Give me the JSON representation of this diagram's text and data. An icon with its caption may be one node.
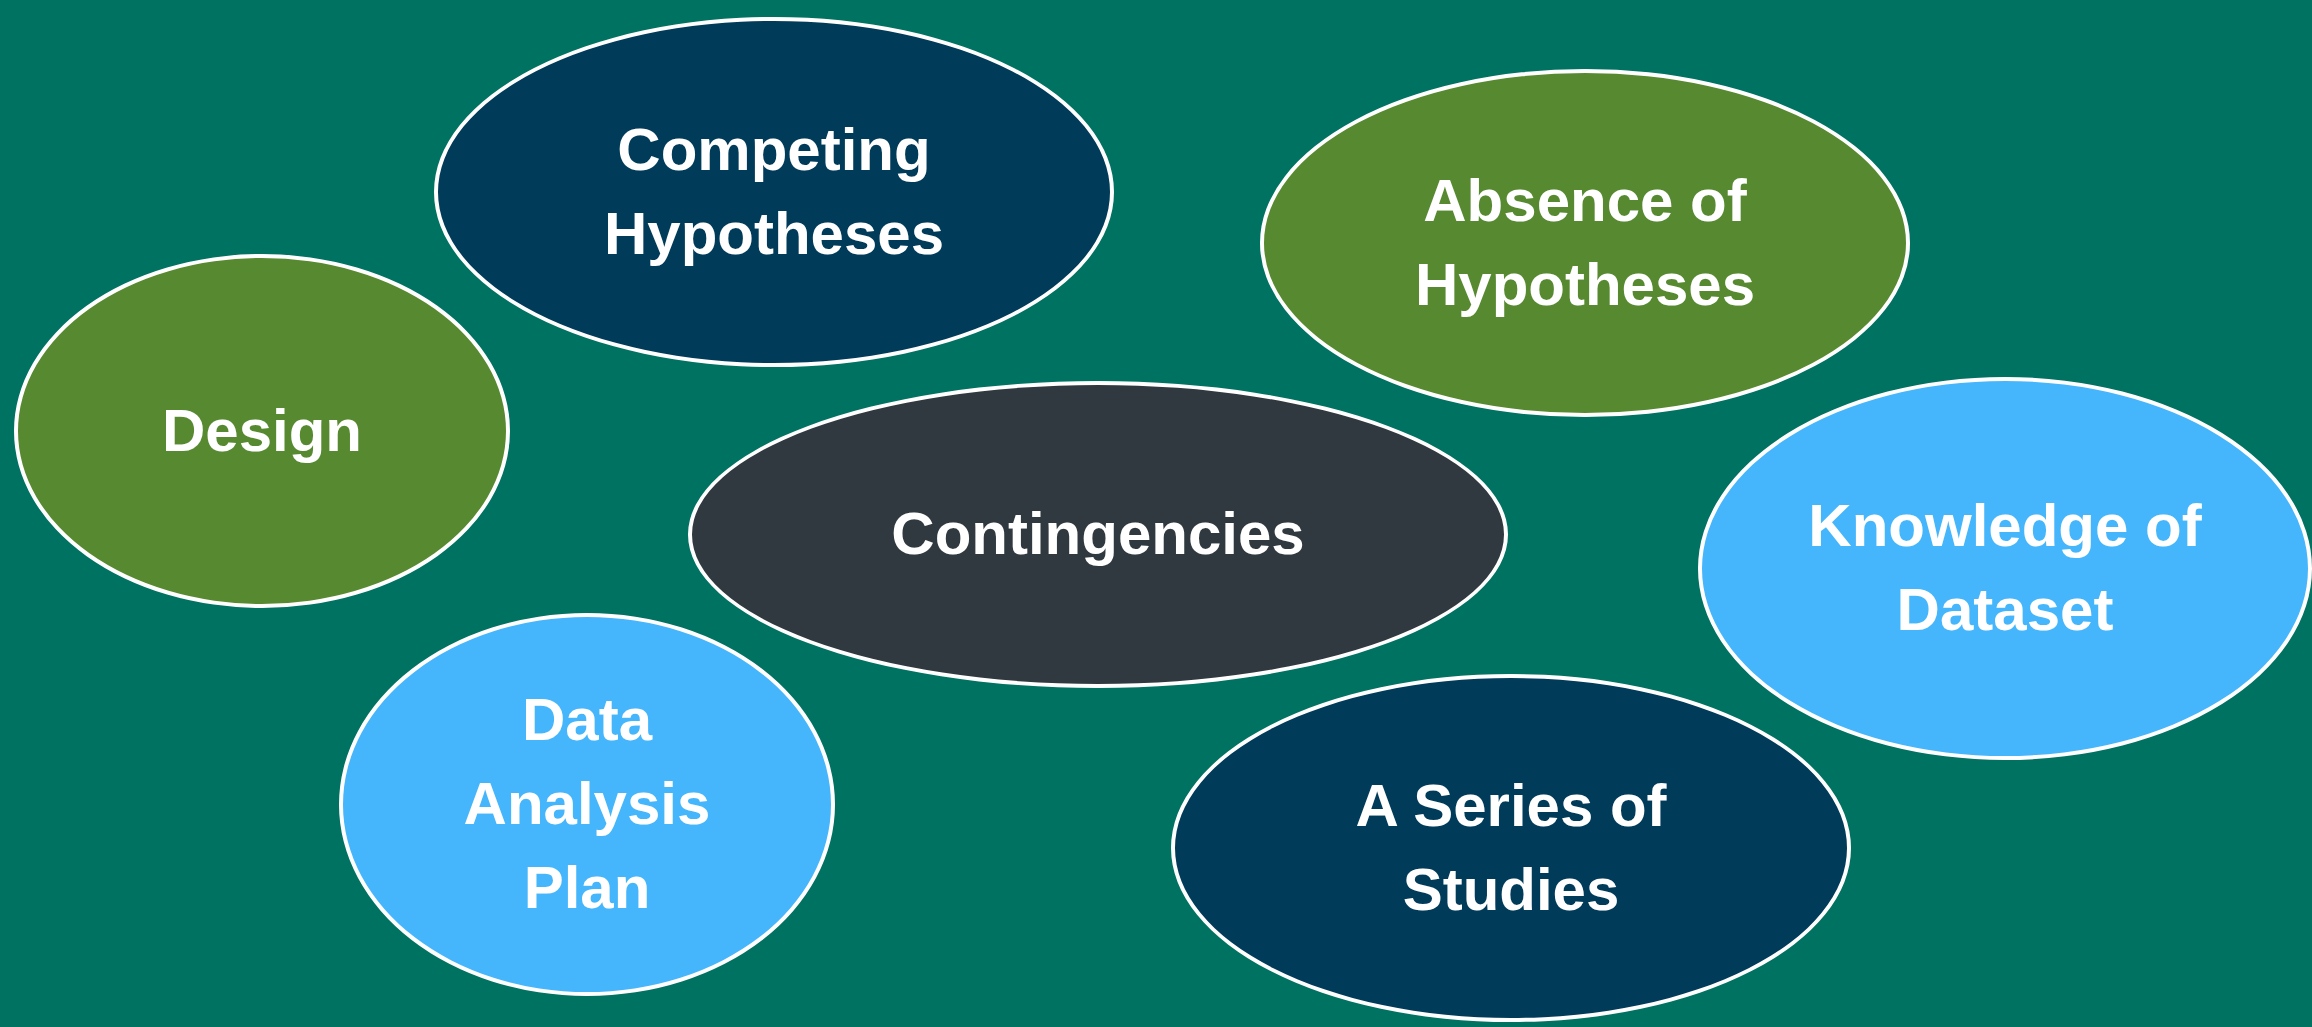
{
  "diagram": {
    "nodes": [
      {
        "text": [
          "Competing Hypotheses"
        ]
      },
      {
        "text": [
          "Absence of Hypotheses"
        ]
      },
      {
        "text": [
          "Design"
        ]
      },
      {
        "text": [
          "Contingencies"
        ]
      },
      {
        "text": [
          "Knowledge of Dataset"
        ]
      },
      {
        "text": [
          "Data Analysis Plan"
        ]
      },
      {
        "text": [
          "A Series of Studies"
        ]
      }
    ]
  }
}
